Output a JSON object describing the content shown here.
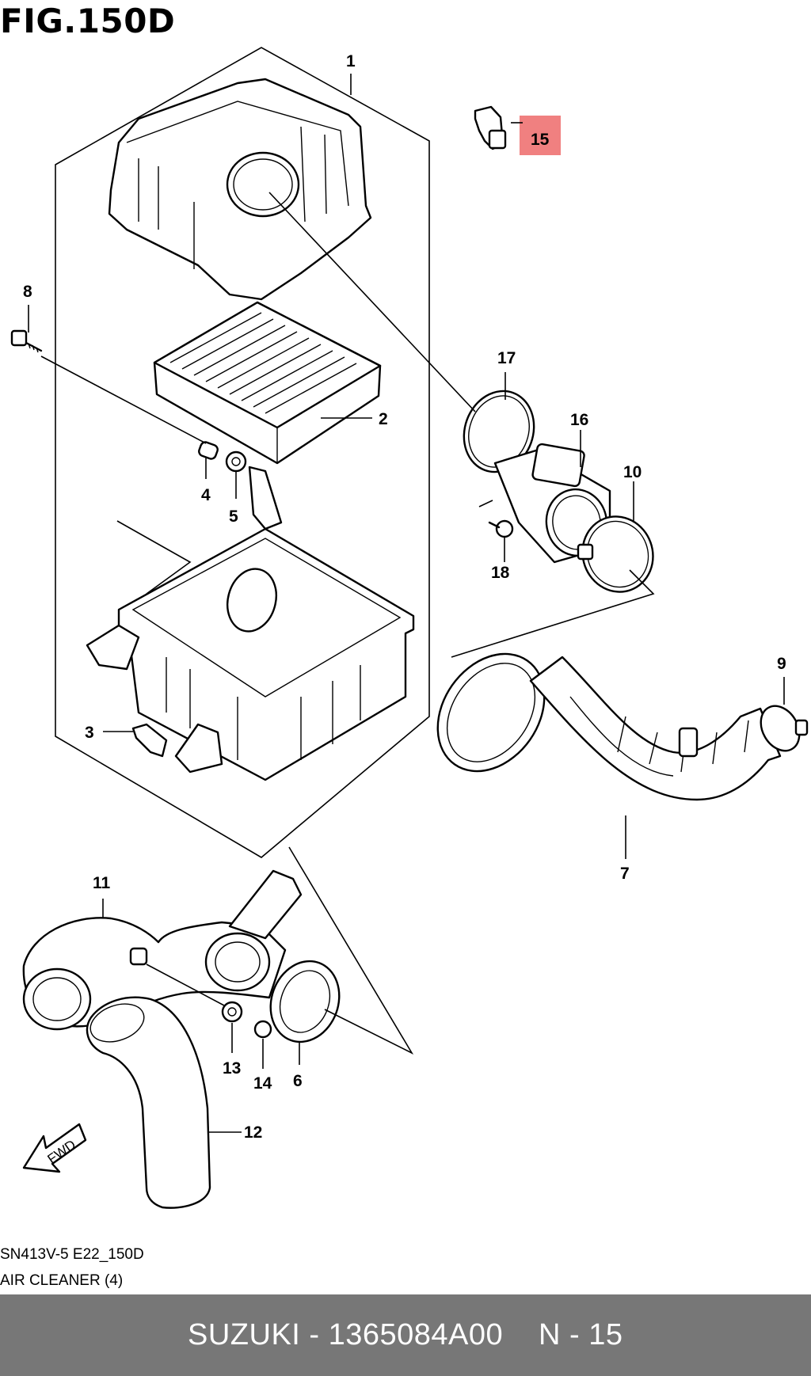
{
  "figure": {
    "title": "FIG.150D"
  },
  "callouts": {
    "c1": "1",
    "c2": "2",
    "c3": "3",
    "c4": "4",
    "c5": "5",
    "c6": "6",
    "c7": "7",
    "c8": "8",
    "c9": "9",
    "c10": "10",
    "c11": "11",
    "c12": "12",
    "c13": "13",
    "c14": "14",
    "c15": "15",
    "c16": "16",
    "c17": "17",
    "c18": "18"
  },
  "highlight": {
    "part": "15",
    "color": "#f08080"
  },
  "fwd_label": "FWD",
  "caption": {
    "code": "SN413V-5 E22_150D",
    "name": "AIR CLEANER (4)"
  },
  "footer": {
    "part_number": "SUZUKI - 1365084A00",
    "reference": "N - 15",
    "background": "#777777"
  }
}
